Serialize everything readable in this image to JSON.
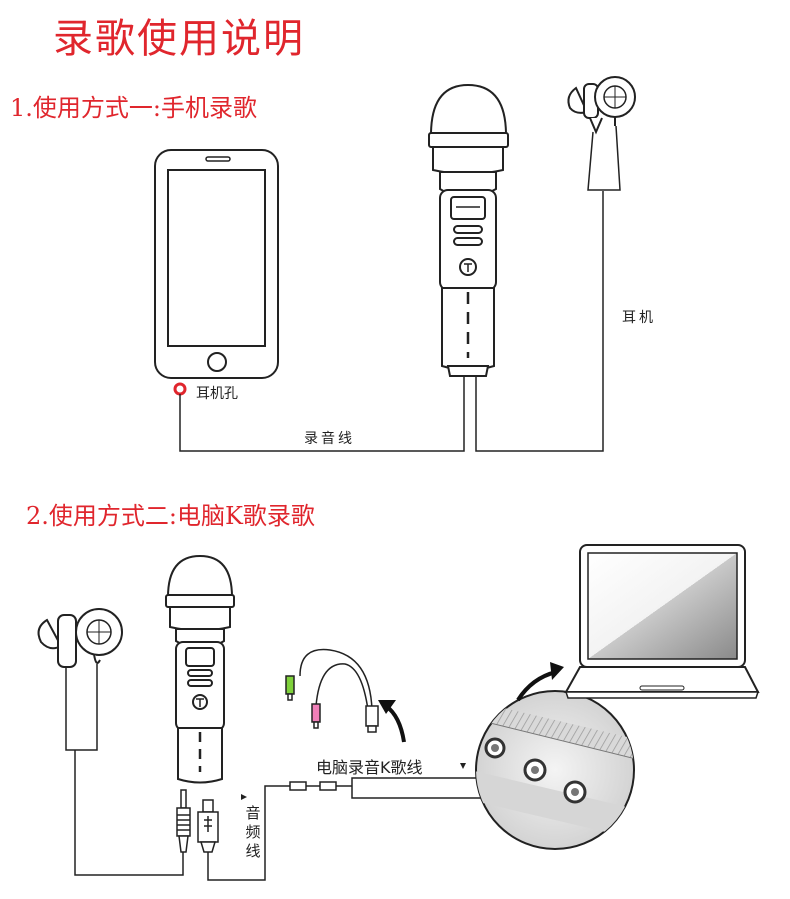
{
  "page_title": "录歌使用说明",
  "method1": {
    "heading": "1.使用方式一:手机录歌",
    "labels": {
      "headphone_jack": "耳机孔",
      "recording_cable": "录音线",
      "earphones": "耳机"
    }
  },
  "method2": {
    "heading": "2.使用方式二:电脑K歌录歌",
    "labels": {
      "pc_cable": "电脑录音K歌线",
      "audio_cable": "音频线"
    }
  },
  "colors": {
    "accent_red": "#e0262d",
    "line": "#222222"
  },
  "icons": [
    "microphone-icon",
    "smartphone-icon",
    "earphone-icon",
    "laptop-icon",
    "audio-splitter-cable-icon",
    "audio-ports-zoom-icon",
    "arrow-icon"
  ]
}
